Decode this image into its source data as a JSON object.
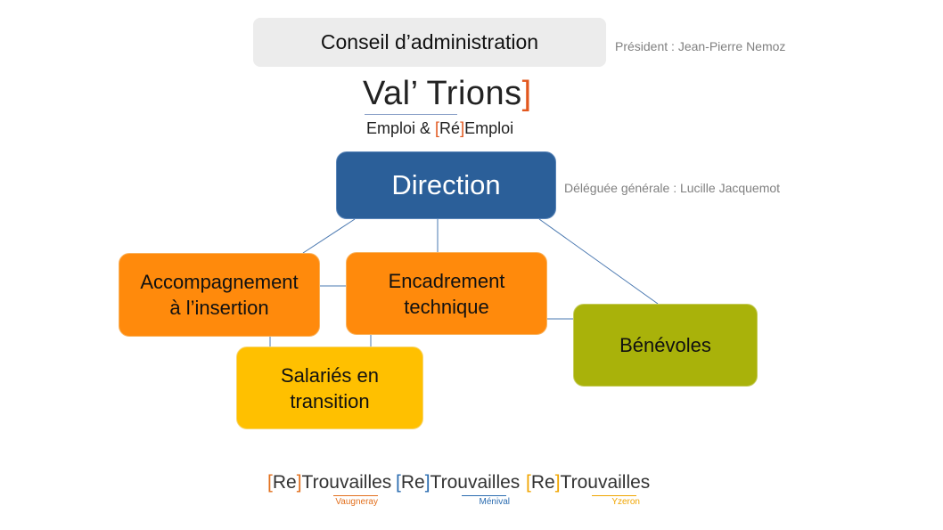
{
  "board": {
    "title": "Conseil d’administration",
    "president": "Président : Jean-Pierre Nemoz"
  },
  "logo": {
    "name": "Val’ Trions",
    "name_main": "Val’ Trions",
    "bracket": "]",
    "subtitle_pre": "Emploi & ",
    "subtitle_bracket_open": "[",
    "subtitle_re": "Ré",
    "subtitle_bracket_close": "]",
    "subtitle_post": "Emploi"
  },
  "direction": {
    "label": "Direction",
    "delegate": "Déléguée générale : Lucille Jacquemot"
  },
  "units": {
    "accompagnement_line1": "Accompagnement",
    "accompagnement_line2": "à l’insertion",
    "encadrement_line1": "Encadrement",
    "encadrement_line2": "technique",
    "salaries_line1": "Salariés en",
    "salaries_line2": "transition",
    "benevoles": "Bénévoles"
  },
  "retrouvailles": [
    {
      "open": "[",
      "re": "Re",
      "close": "]",
      "name": "Trouvailles",
      "location": "Vaugneray",
      "color": "#e2701e"
    },
    {
      "open": "[",
      "re": "Re",
      "close": "]",
      "name": "Trouvailles",
      "location": "Ménival",
      "color": "#2b6cb0"
    },
    {
      "open": "[",
      "re": "Re",
      "close": "]",
      "name": "Trouvailles",
      "location": "Yzeron",
      "color": "#f0a500"
    }
  ],
  "colors": {
    "direction": "#2b5f99",
    "orange": "#ff8a0c",
    "yellow": "#ffc000",
    "olive": "#a9b20a",
    "connector": "#4a78b0"
  }
}
